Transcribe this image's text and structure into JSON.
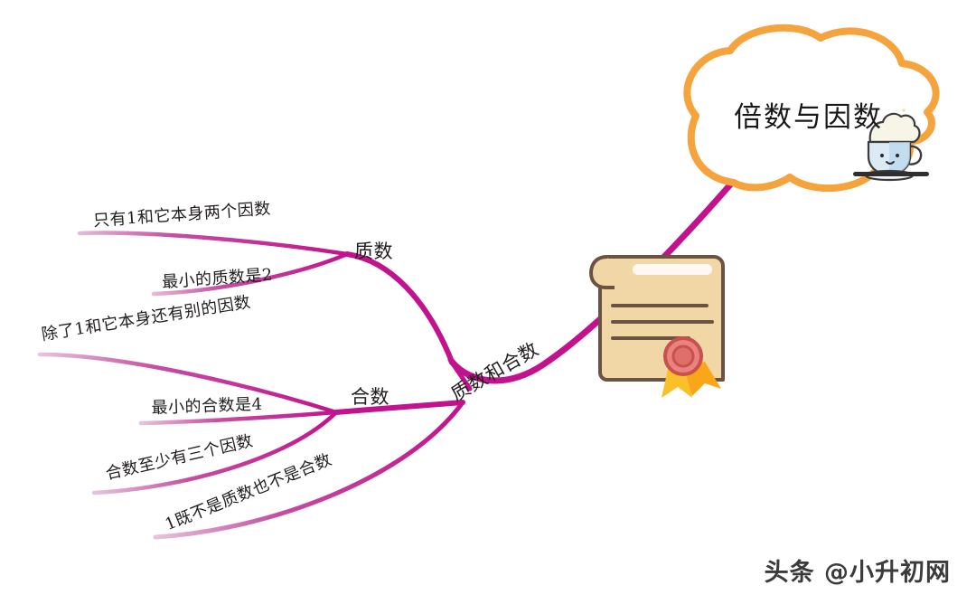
{
  "document": {
    "type": "mind-map",
    "subject": "倍数与因数",
    "background_color": "#ffffff"
  },
  "colors": {
    "branch_magenta": "#C2128D",
    "branch_magenta_light": "#D98CC0",
    "cloud_orange": "#F5A33C",
    "scroll_paper": "#F2D7A6",
    "scroll_outline": "#6B5343",
    "seal_red": "#D9615C",
    "ribbon_gold": "#F9C02A",
    "text_dark": "#211d1d"
  },
  "central_topic": {
    "title": "倍数与因数",
    "shape": "cloud-bubble",
    "outline_color": "#F5A33C",
    "icon": "coffee-cup-icon"
  },
  "main_branch": {
    "label": "质数和合数",
    "color": "#C2128D",
    "rotation_deg": -30
  },
  "decorations": [
    {
      "name": "certificate-scroll-icon",
      "label": "certificate-scroll"
    },
    {
      "name": "coffee-cup-icon",
      "label": "coffee-cup"
    }
  ],
  "nodes": [
    {
      "id": "prime",
      "label": "质数",
      "children": [
        {
          "id": "prime-1",
          "label": "只有1和它本身两个因数",
          "rotation_deg": -4
        },
        {
          "id": "prime-2",
          "label": "最小的质数是2",
          "rotation_deg": -4
        }
      ]
    },
    {
      "id": "composite",
      "label": "合数",
      "children": [
        {
          "id": "composite-1",
          "label": "除了1和它本身还有别的因数",
          "rotation_deg": -9
        },
        {
          "id": "composite-2",
          "label": "最小的合数是4",
          "rotation_deg": -2
        },
        {
          "id": "composite-3",
          "label": "合数至少有三个因数",
          "rotation_deg": -13
        },
        {
          "id": "composite-4",
          "label": "1既不是质数也不是合数",
          "rotation_deg": -22
        }
      ]
    }
  ],
  "watermark": {
    "text": "头条 @小升初网"
  }
}
